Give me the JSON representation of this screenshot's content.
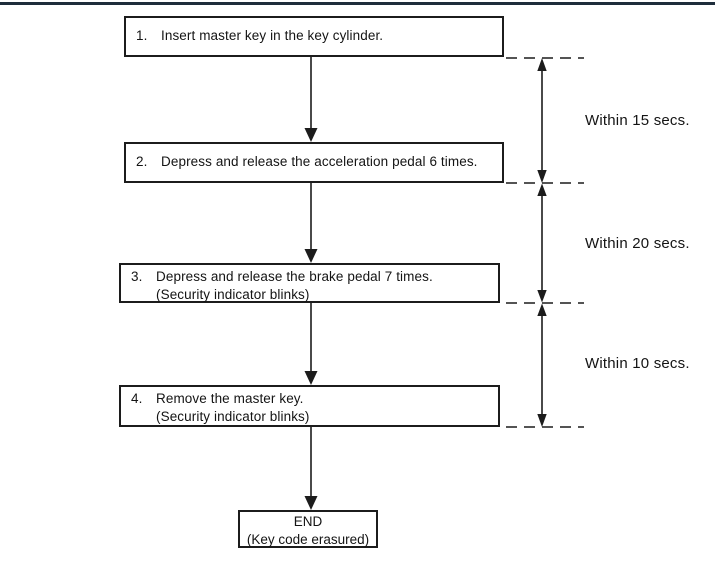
{
  "colors": {
    "top_rule": "#1e2d3b",
    "ink": "#1c1c1c",
    "background": "#ffffff"
  },
  "flowchart": {
    "steps": [
      {
        "number": "1.",
        "text": "Insert master key in the key cylinder.",
        "note": ""
      },
      {
        "number": "2.",
        "text": "Depress and release the acceleration pedal 6 times.",
        "note": ""
      },
      {
        "number": "3.",
        "text": "Depress and release the brake pedal 7 times.",
        "note": "(Security indicator blinks)"
      },
      {
        "number": "4.",
        "text": "Remove the master key.",
        "note": "(Security indicator blinks)"
      }
    ],
    "end": {
      "title": "END",
      "subtitle": "(Key code erasured)"
    },
    "timings": [
      {
        "label": "Within 15 secs."
      },
      {
        "label": "Within 20 secs."
      },
      {
        "label": "Within 10 secs."
      }
    ]
  }
}
